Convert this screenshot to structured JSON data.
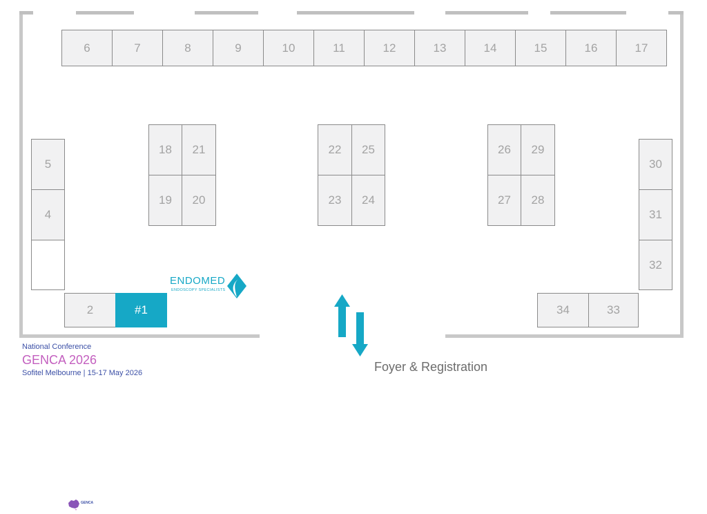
{
  "conference": {
    "label": "National Conference",
    "name": "GENCA 2026",
    "venue": "Sofitel Melbourne  |  15-17 May 2026"
  },
  "foyer_label": "Foyer & Registration",
  "sponsor_logo": {
    "name": "ENDOMED",
    "tagline": "ENDOSCOPY SPECIALISTS"
  },
  "genca_logo": {
    "name": "GENCA"
  },
  "booths": {
    "b1": "#1",
    "b2": "2",
    "b4": "4",
    "b5": "5",
    "b6": "6",
    "b7": "7",
    "b8": "8",
    "b9": "9",
    "b10": "10",
    "b11": "11",
    "b12": "12",
    "b13": "13",
    "b14": "14",
    "b15": "15",
    "b16": "16",
    "b17": "17",
    "b18": "18",
    "b19": "19",
    "b20": "20",
    "b21": "21",
    "b22": "22",
    "b23": "23",
    "b24": "24",
    "b25": "25",
    "b26": "26",
    "b27": "27",
    "b28": "28",
    "b29": "29",
    "b30": "30",
    "b31": "31",
    "b32": "32",
    "b33": "33",
    "b34": "34"
  },
  "colors": {
    "sold_booth": "#16a8c6",
    "booth_fill": "#f1f1f2",
    "conference_name": "#c35fbf",
    "conference_text": "#3b4fa6"
  },
  "icons": [
    "up-arrow-icon",
    "down-arrow-icon",
    "endomed-logo-icon",
    "genca-logo-icon"
  ]
}
